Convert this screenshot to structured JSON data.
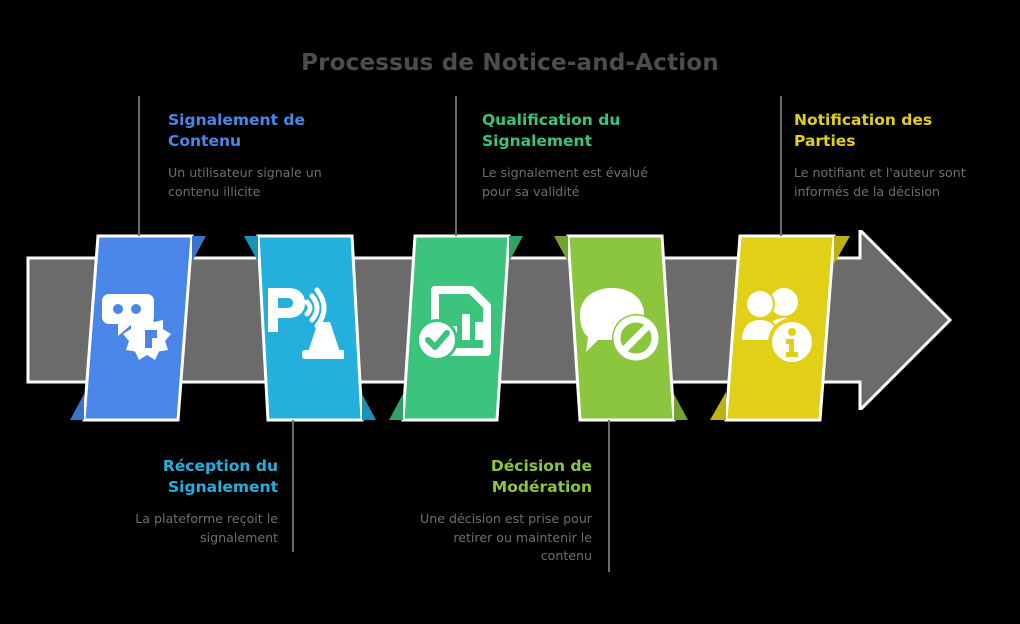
{
  "title": "Processus de Notice-and-Action",
  "colors": {
    "background": "#000000",
    "title_text": "#4d4d4d",
    "description_text": "#6e6e6e",
    "arrow_gray": "#6b6b6b",
    "arrow_outline": "#ffffff",
    "connector_line": "#6b6b6b",
    "step1": "#4a86e8",
    "step2": "#24b0dd",
    "step3": "#3cc47c",
    "step4": "#8cc63e",
    "step5": "#e2cf18"
  },
  "steps": [
    {
      "index": "1",
      "title": "Signalement de Contenu",
      "description": "Un utilisateur signale un contenu illicite",
      "color": "#4a86e8",
      "icon": "comment-alert-icon",
      "position": "top"
    },
    {
      "index": "2",
      "title": "Réception du Signalement",
      "description": "La plateforme reçoit le signalement",
      "color": "#24b0dd",
      "icon": "parking-signal-cone-icon",
      "position": "bottom"
    },
    {
      "index": "3",
      "title": "Qualification du Signalement",
      "description": "Le signalement est évalué pour sa validité",
      "color": "#3cc47c",
      "icon": "document-chart-check-icon",
      "position": "top"
    },
    {
      "index": "4",
      "title": "Décision de Modération",
      "description": "Une décision est prise pour retirer ou maintenir le contenu",
      "color": "#8cc63e",
      "icon": "speech-bubble-ban-icon",
      "position": "bottom"
    },
    {
      "index": "5",
      "title": "Notification des Parties",
      "description": "Le notifiant et l'auteur sont informés de la décision",
      "color": "#e2cf18",
      "icon": "users-info-icon",
      "position": "top"
    }
  ]
}
